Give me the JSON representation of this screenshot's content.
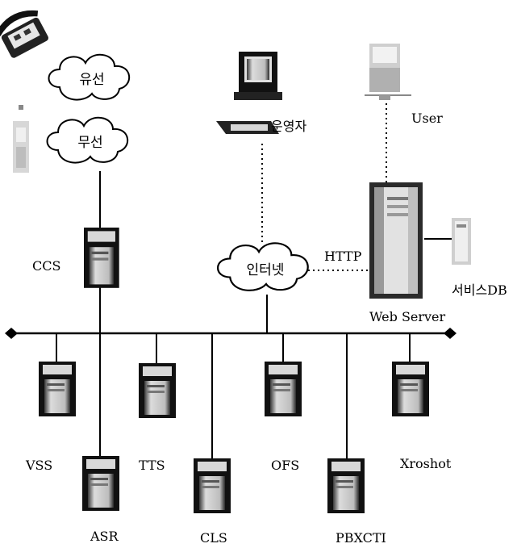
{
  "clouds": {
    "wired": "유선",
    "wireless": "무선",
    "internet": "인터넷"
  },
  "labels": {
    "operator": "운영자",
    "user": "User",
    "http": "HTTP",
    "ccs": "CCS",
    "service_db": "서비스DB",
    "web_server": "Web Server"
  },
  "bus_servers": {
    "vss": "VSS",
    "asr": "ASR",
    "tts": "TTS",
    "cls": "CLS",
    "ofs": "OFS",
    "pbxcti": "PBXCTI",
    "xroshot": "Xroshot"
  }
}
